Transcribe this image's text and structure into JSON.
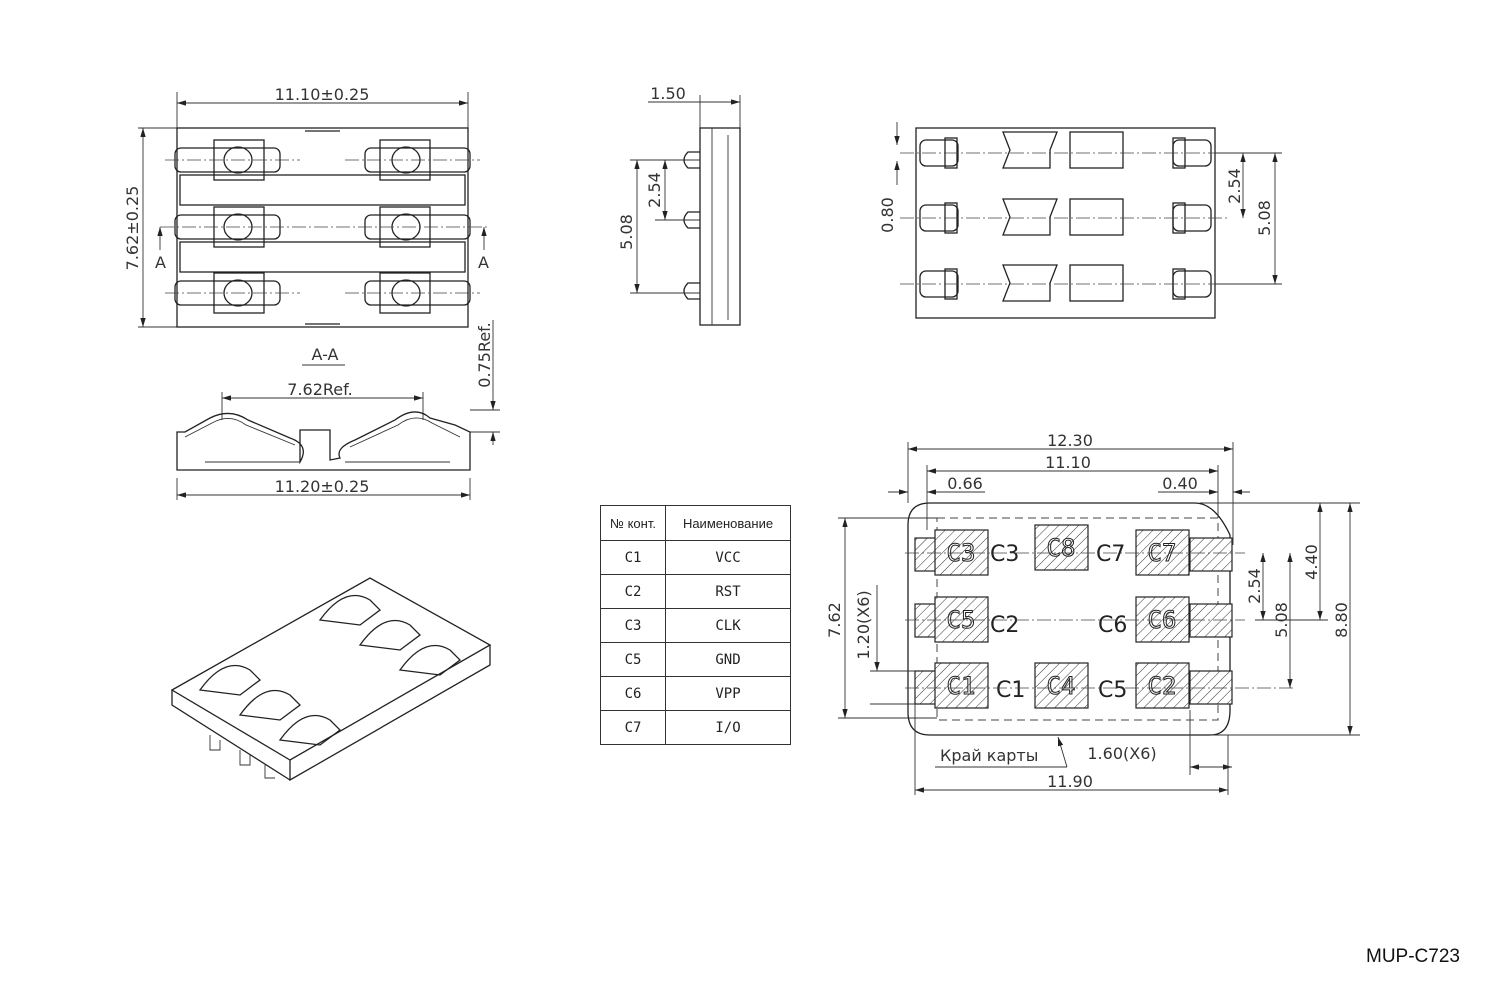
{
  "top_view": {
    "width_dim": "11.10±0.25",
    "height_dim": "7.62±0.25",
    "section_mark_left": "A",
    "section_mark_right": "A"
  },
  "section_view": {
    "title": "A-A",
    "height_dim": "0.75Ref.",
    "span_dim": "7.62Ref.",
    "width_dim": "11.20±0.25"
  },
  "side_view": {
    "thickness_dim": "1.50",
    "pitch_dim": "2.54",
    "span_dim": "5.08"
  },
  "bottom_view": {
    "pin_width_dim": "0.80",
    "pitch_dim": "2.54",
    "span_dim": "5.08"
  },
  "footprint": {
    "dims": {
      "outer_width": "12.30",
      "body_width": "11.10",
      "left_offset": "0.66",
      "right_offset": "0.40",
      "height_left": "7.62",
      "pad_height": "1.20(X6)",
      "pitch": "2.54",
      "span": "5.08",
      "half_height": "4.40",
      "card_height": "8.80",
      "pad_length": "1.60(X6)",
      "footprint_width": "11.90"
    },
    "card_edge_label": "Край карты",
    "pad_glyphs": [
      "C3",
      "C8",
      "C7",
      "C5",
      "C6",
      "C1",
      "C4",
      "C2"
    ],
    "contact_labels": [
      "C3",
      "C7",
      "C2",
      "C6",
      "C1",
      "C5"
    ]
  },
  "pin_table": {
    "headers": [
      "№ конт.",
      "Наименование"
    ],
    "rows": [
      {
        "contact": "C1",
        "name": "VCC"
      },
      {
        "contact": "C2",
        "name": "RST"
      },
      {
        "contact": "C3",
        "name": "CLK"
      },
      {
        "contact": "C5",
        "name": "GND"
      },
      {
        "contact": "C6",
        "name": "VPP"
      },
      {
        "contact": "C7",
        "name": "I/O"
      }
    ]
  },
  "model": "MUP-C723"
}
